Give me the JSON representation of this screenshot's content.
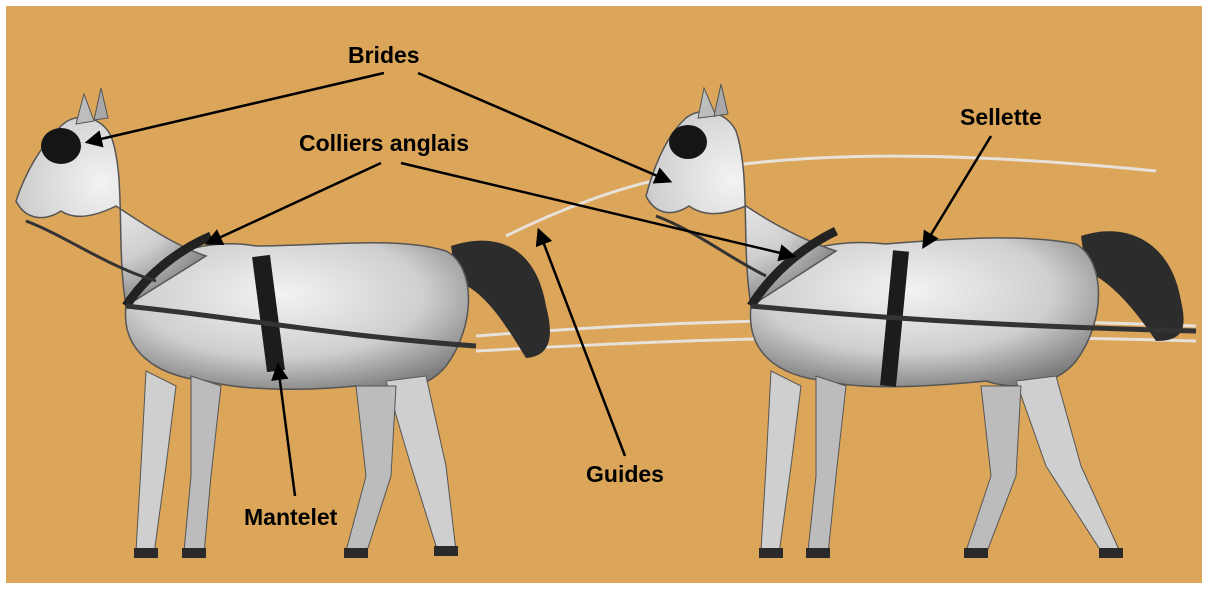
{
  "labels": {
    "brides": "Brides",
    "colliers": "Colliers anglais",
    "sellette": "Sellette",
    "guides": "Guides",
    "mantelet": "Mantelet"
  },
  "colors": {
    "background": "#dba55a",
    "horse_light": "#e4e4e4",
    "horse_shadow": "#8a8a8a",
    "harness": "#2a2a2a",
    "label": "#000000"
  },
  "figure": {
    "subject": "two harnessed horses in pair (tandem-style) harness",
    "icons": [
      "horse-left",
      "horse-right"
    ]
  }
}
